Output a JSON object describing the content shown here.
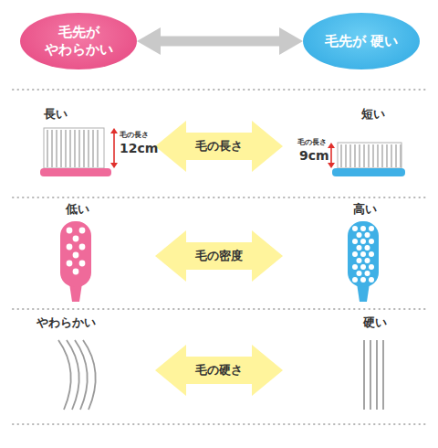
{
  "diagram": {
    "nodes": [
      {
        "text": [
          "毛先が やわらかい"
        ]
      },
      {
        "text": [
          "毛先が 硬い"
        ]
      },
      {
        "text": [
          "毛の長さ"
        ]
      },
      {
        "text": [
          "毛の密度"
        ]
      },
      {
        "text": [
          "毛の硬さ"
        ]
      }
    ],
    "edges": [
      {
        "from": 0,
        "to": 1,
        "arrow": "both"
      }
    ],
    "labels": [
      "長い",
      "毛の長さ",
      "12cm",
      "短い",
      "毛の長さ",
      "9cm",
      "低い",
      "高い",
      "やわらかい",
      "硬い"
    ]
  }
}
